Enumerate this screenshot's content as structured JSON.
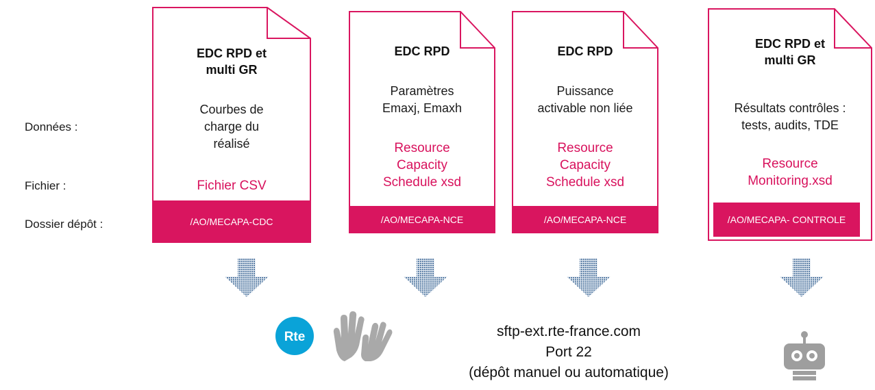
{
  "row_labels": {
    "donnees": "Données :",
    "fichier": "Fichier :",
    "dossier": "Dossier dépôt :"
  },
  "documents": [
    {
      "title": "EDC RPD et\nmulti GR",
      "data": "Courbes de\ncharge du\nréalisé",
      "file": "Fichier CSV",
      "folder": "/AO/MECAPA-CDC"
    },
    {
      "title": "EDC RPD",
      "data": "Paramètres\nEmaxj, Emaxh",
      "file": "Resource\nCapacity\nSchedule xsd",
      "folder": "/AO/MECAPA-NCE"
    },
    {
      "title": "EDC RPD",
      "data": "Puissance\nactivable non liée",
      "file": "Resource\nCapacity\nSchedule xsd",
      "folder": "/AO/MECAPA-NCE"
    },
    {
      "title": "EDC RPD et\nmulti GR",
      "data": "Résultats contrôles :\ntests, audits, TDE",
      "file": "Resource\nMonitoring.xsd",
      "folder": "/AO/MECAPA-\nCONTROLE"
    }
  ],
  "destination": {
    "host": "sftp-ext.rte-france.com",
    "port": "Port 22",
    "mode": "(dépôt manuel ou automatique)"
  },
  "logo_text": "Rte",
  "icons": [
    "rte-logo-icon",
    "hands-icon",
    "robot-icon",
    "down-arrow-icon"
  ],
  "colors": {
    "accent": "#d9155f",
    "accent_text": "#d8115c",
    "arrow": "#5b7fa6"
  }
}
